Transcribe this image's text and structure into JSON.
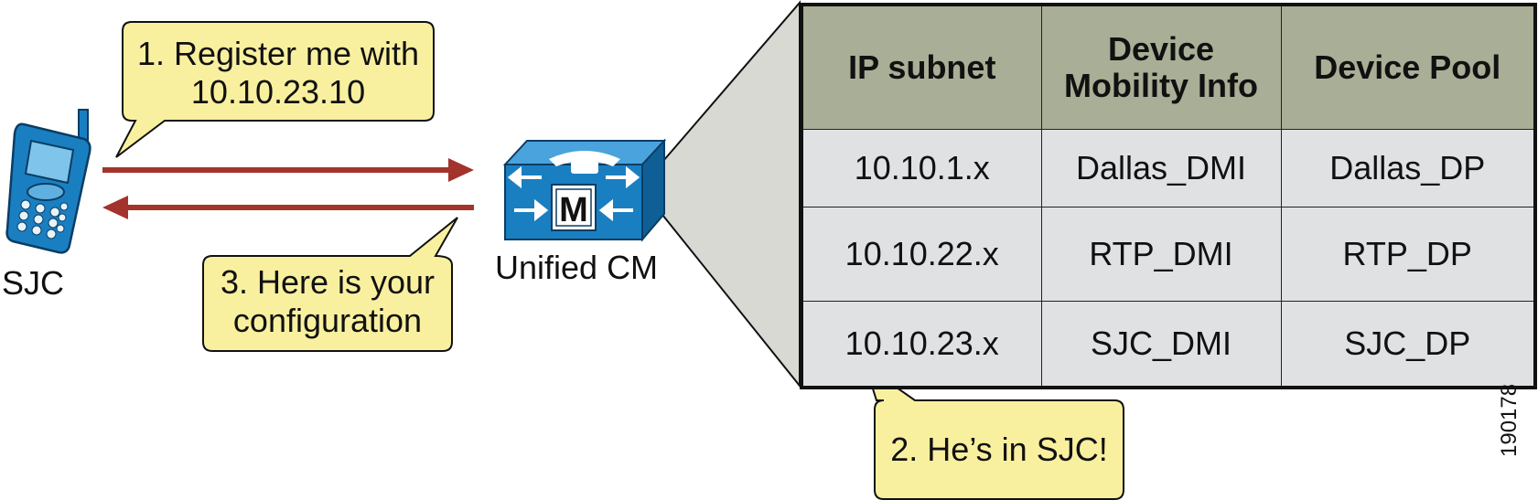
{
  "phone": {
    "label": "SJC"
  },
  "server": {
    "label": "Unified CM",
    "badge": "M"
  },
  "callouts": {
    "register": "1. Register me with\n10.10.23.10",
    "config": "3. Here is your\nconfiguration",
    "location": "2. He’s in SJC!"
  },
  "table": {
    "headers": [
      "IP subnet",
      "Device\nMobility Info",
      "Device Pool"
    ],
    "rows": [
      [
        "10.10.1.x",
        "Dallas_DMI",
        "Dallas_DP"
      ],
      [
        "10.10.22.x",
        "RTP_DMI",
        "RTP_DP"
      ],
      [
        "10.10.23.x",
        "SJC_DMI",
        "SJC_DP"
      ]
    ]
  },
  "figure_number": "190178",
  "colors": {
    "callout_fill": "#f9f09f",
    "arrow": "#a3342b",
    "device_blue": "#1a7fc1",
    "header_fill": "#a9ae96",
    "cell_fill": "#dfe1e3",
    "wedge_fill": "#d9d9d4"
  }
}
